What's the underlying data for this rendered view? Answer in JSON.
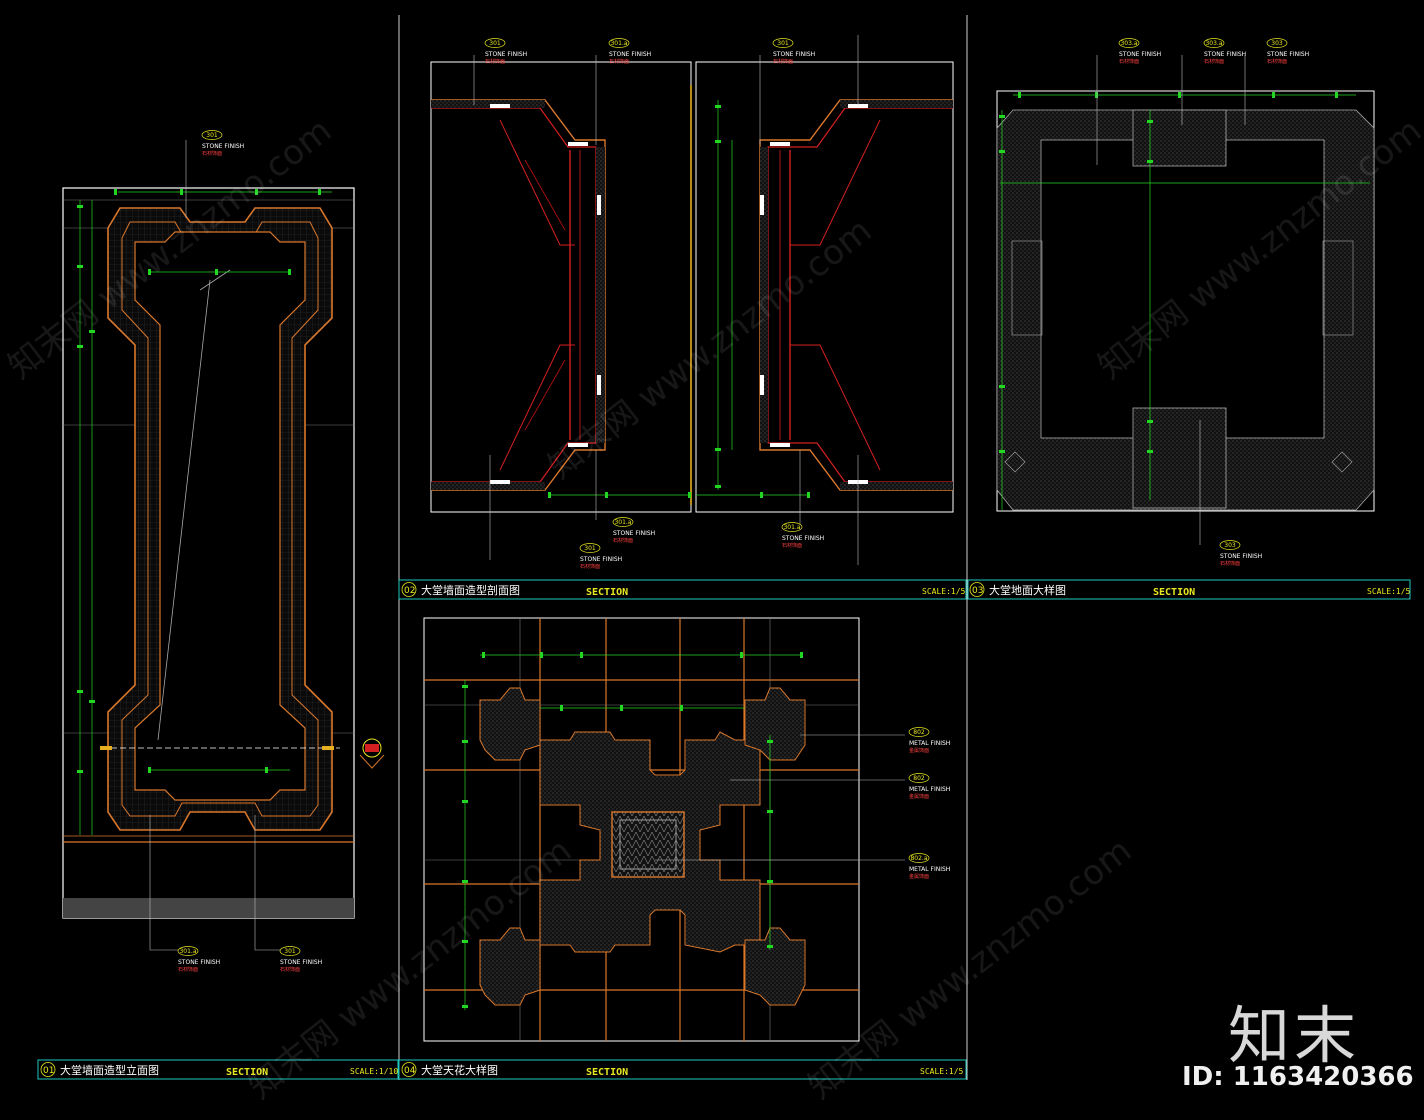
{
  "panels": [
    {
      "num": "01",
      "title": "大堂墙面造型立面图",
      "section": "SECTION",
      "scale": "SCALE:1/10"
    },
    {
      "num": "02",
      "title": "大堂墙面造型剖面图",
      "section": "SECTION",
      "scale": "SCALE:1/5"
    },
    {
      "num": "03",
      "title": "大堂地面大样图",
      "section": "SECTION",
      "scale": "SCALE:1/5"
    },
    {
      "num": "04",
      "title": "大堂天花大样图",
      "section": "SECTION",
      "scale": "SCALE:1/5"
    }
  ],
  "tags": {
    "p1_top": {
      "code": "301",
      "en": "STONE FINISH",
      "cn": "石材饰面"
    },
    "p1_bl": {
      "code": "301.a",
      "en": "STONE FINISH",
      "cn": "石材饰面"
    },
    "p1_br": {
      "code": "301",
      "en": "STONE FINISH",
      "cn": "石材饰面"
    },
    "p2_t1": {
      "code": "301",
      "en": "STONE FINISH",
      "cn": "石材饰面"
    },
    "p2_t2": {
      "code": "301.a",
      "en": "STONE FINISH",
      "cn": "石材饰面"
    },
    "p2_t3": {
      "code": "301",
      "en": "STONE FINISH",
      "cn": "石材饰面"
    },
    "p2_b1": {
      "code": "301.a",
      "en": "STONE FINISH",
      "cn": "石材饰面"
    },
    "p2_b2": {
      "code": "301",
      "en": "STONE FINISH",
      "cn": "石材饰面"
    },
    "p2_b3": {
      "code": "301.a",
      "en": "STONE FINISH",
      "cn": "石材饰面"
    },
    "p3_t1": {
      "code": "303.a",
      "en": "STONE FINISH",
      "cn": "石材饰面"
    },
    "p3_t2": {
      "code": "303.a",
      "en": "STONE FINISH",
      "cn": "石材饰面"
    },
    "p3_t3": {
      "code": "303",
      "en": "STONE FINISH",
      "cn": "石材饰面"
    },
    "p3_b1": {
      "code": "303",
      "en": "STONE FINISH",
      "cn": "石材饰面"
    },
    "p4_r1": {
      "code": "802",
      "en": "METAL FINISH",
      "cn": "金属饰面"
    },
    "p4_r2": {
      "code": "802",
      "en": "METAL FINISH",
      "cn": "金属饰面"
    },
    "p4_r3": {
      "code": "802.a",
      "en": "METAL FINISH",
      "cn": "金属饰面"
    }
  },
  "watermark": "知末网 www.znzmo.com",
  "logo": "知末",
  "id_label": "ID: 1163420366",
  "colors": {
    "background": "#000000",
    "frame": "#ffffff",
    "outline": "#d9772b",
    "structure": "#d42020",
    "dimension": "#22d622",
    "annotation": "#e8e820",
    "titlebar": "#1fc8c0"
  }
}
